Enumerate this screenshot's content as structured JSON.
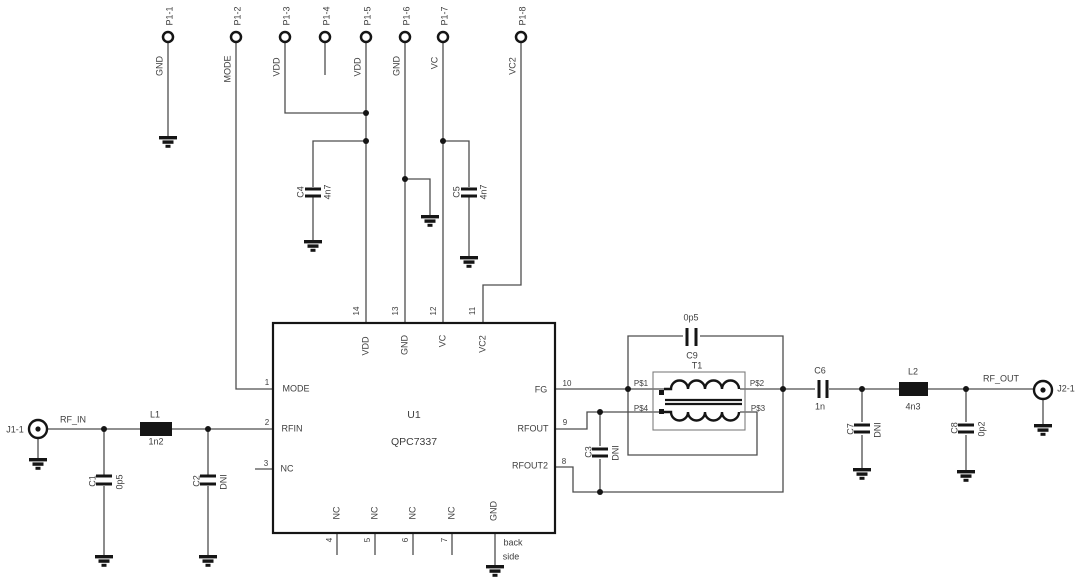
{
  "connector": {
    "pins": [
      {
        "ref": "P1-1",
        "net": "GND"
      },
      {
        "ref": "P1-2",
        "net": "MODE"
      },
      {
        "ref": "P1-3",
        "net": "VDD"
      },
      {
        "ref": "P1-4",
        "net": ""
      },
      {
        "ref": "P1-5",
        "net": "VDD"
      },
      {
        "ref": "P1-6",
        "net": "GND"
      },
      {
        "ref": "P1-7",
        "net": "VC"
      },
      {
        "ref": "P1-8",
        "net": "VC2"
      }
    ]
  },
  "ic": {
    "ref": "U1",
    "part": "QPC7337",
    "left_pins": [
      {
        "num": "1",
        "name": "MODE"
      },
      {
        "num": "2",
        "name": "RFIN"
      },
      {
        "num": "3",
        "name": "NC"
      }
    ],
    "right_pins": [
      {
        "num": "10",
        "name": "FG"
      },
      {
        "num": "9",
        "name": "RFOUT"
      },
      {
        "num": "8",
        "name": "RFOUT2"
      }
    ],
    "top_pins": [
      {
        "num": "14",
        "name": "VDD"
      },
      {
        "num": "13",
        "name": "GND"
      },
      {
        "num": "12",
        "name": "VC"
      },
      {
        "num": "11",
        "name": "VC2"
      }
    ],
    "bottom_pins": [
      {
        "num": "4",
        "name": "NC"
      },
      {
        "num": "5",
        "name": "NC"
      },
      {
        "num": "6",
        "name": "NC"
      },
      {
        "num": "7",
        "name": "NC"
      }
    ],
    "backside": {
      "name": "GND",
      "note1": "back",
      "note2": "side"
    }
  },
  "input": {
    "j1": {
      "ref": "J1-1",
      "net": "RF_IN"
    },
    "c1": {
      "ref": "C1",
      "value": "0p5"
    },
    "l1": {
      "ref": "L1",
      "value": "1n2"
    },
    "c2": {
      "ref": "C2",
      "value": "DNI"
    }
  },
  "supply": {
    "c4": {
      "ref": "C4",
      "value": "4n7"
    },
    "c5": {
      "ref": "C5",
      "value": "4n7"
    }
  },
  "output": {
    "c9": {
      "ref": "C9",
      "value": "0p5"
    },
    "t1": {
      "ref": "T1",
      "pads": [
        "P$1",
        "P$2",
        "P$3",
        "P$4"
      ]
    },
    "c3": {
      "ref": "C3",
      "value": "DNI"
    },
    "c6": {
      "ref": "C6",
      "value": "1n"
    },
    "c7": {
      "ref": "C7",
      "value": "DNI"
    },
    "l2": {
      "ref": "L2",
      "value": "4n3"
    },
    "c8": {
      "ref": "C8",
      "value": "0p2"
    },
    "j2": {
      "ref": "J2-1",
      "net": "RF_OUT"
    }
  },
  "colors": {
    "wire": "#4d4d4d",
    "component": "#151515",
    "thin_box": "#7d7d7d",
    "text": "#3d3d3d"
  }
}
